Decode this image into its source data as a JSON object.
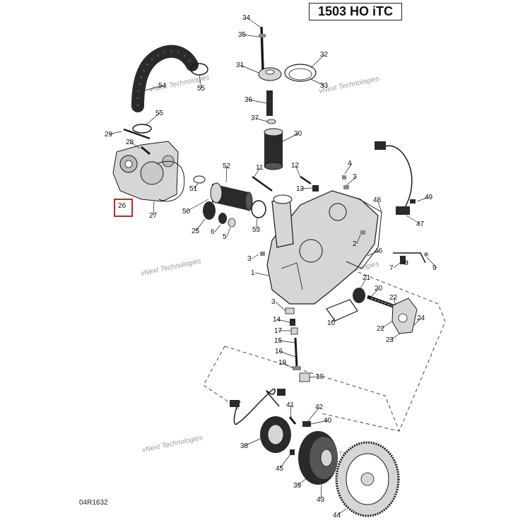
{
  "title": "1503 HO iTC",
  "diagram_code": "04R1632",
  "highlighted_part": "26",
  "watermark": "vNext Technologies",
  "colors": {
    "line": "#1a1a1a",
    "part_fill": "#d6d6d6",
    "part_dark": "#2a2a2a",
    "highlight": "#c0282d",
    "watermark": "#9a9a9a"
  },
  "callouts": [
    {
      "id": "34",
      "text": "34"
    },
    {
      "id": "35",
      "text": "35"
    },
    {
      "id": "32",
      "text": "32"
    },
    {
      "id": "31",
      "text": "31"
    },
    {
      "id": "33",
      "text": "33"
    },
    {
      "id": "36",
      "text": "36"
    },
    {
      "id": "37",
      "text": "37"
    },
    {
      "id": "30",
      "text": "30"
    },
    {
      "id": "54",
      "text": "54"
    },
    {
      "id": "55a",
      "text": "55"
    },
    {
      "id": "55b",
      "text": "55"
    },
    {
      "id": "29",
      "text": "29"
    },
    {
      "id": "28",
      "text": "28"
    },
    {
      "id": "26",
      "text": "26"
    },
    {
      "id": "27",
      "text": "27"
    },
    {
      "id": "52",
      "text": "52"
    },
    {
      "id": "51",
      "text": "51"
    },
    {
      "id": "50",
      "text": "50"
    },
    {
      "id": "25",
      "text": "25"
    },
    {
      "id": "6",
      "text": "6"
    },
    {
      "id": "5",
      "text": "5"
    },
    {
      "id": "53",
      "text": "53"
    },
    {
      "id": "11",
      "text": "11"
    },
    {
      "id": "12",
      "text": "12"
    },
    {
      "id": "13",
      "text": "13"
    },
    {
      "id": "4",
      "text": "4"
    },
    {
      "id": "3a",
      "text": "3"
    },
    {
      "id": "48",
      "text": "48"
    },
    {
      "id": "49",
      "text": "49"
    },
    {
      "id": "47",
      "text": "47"
    },
    {
      "id": "2",
      "text": "2"
    },
    {
      "id": "46",
      "text": "46"
    },
    {
      "id": "3b",
      "text": "3"
    },
    {
      "id": "1",
      "text": "1"
    },
    {
      "id": "7",
      "text": "7"
    },
    {
      "id": "8",
      "text": "8"
    },
    {
      "id": "9",
      "text": "9"
    },
    {
      "id": "21",
      "text": "21"
    },
    {
      "id": "20",
      "text": "20"
    },
    {
      "id": "22a",
      "text": "22"
    },
    {
      "id": "3c",
      "text": "3"
    },
    {
      "id": "14",
      "text": "14"
    },
    {
      "id": "10",
      "text": "10"
    },
    {
      "id": "24",
      "text": "24"
    },
    {
      "id": "22b",
      "text": "22"
    },
    {
      "id": "23",
      "text": "23"
    },
    {
      "id": "17",
      "text": "17"
    },
    {
      "id": "15",
      "text": "15"
    },
    {
      "id": "16",
      "text": "16"
    },
    {
      "id": "19",
      "text": "19"
    },
    {
      "id": "18",
      "text": "18"
    },
    {
      "id": "41",
      "text": "41"
    },
    {
      "id": "42",
      "text": "42"
    },
    {
      "id": "40",
      "text": "40"
    },
    {
      "id": "38",
      "text": "38"
    },
    {
      "id": "45",
      "text": "45"
    },
    {
      "id": "39",
      "text": "39"
    },
    {
      "id": "43",
      "text": "43"
    },
    {
      "id": "44",
      "text": "44"
    }
  ]
}
